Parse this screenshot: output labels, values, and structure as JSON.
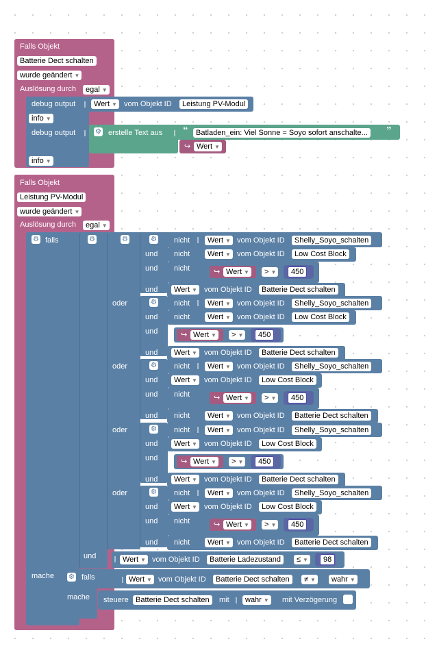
{
  "colors": {
    "trigger": "#b5628b",
    "logic": "#5b80a5",
    "text": "#5ba58c",
    "value": "#a55b80",
    "math": "#5b67a5"
  },
  "icons": {
    "gear": "gear-icon",
    "quote_open": "quote-open-icon",
    "quote_close": "quote-close-icon",
    "return": "return-icon"
  },
  "block1": {
    "title": "Falls Objekt",
    "object": "Batterie Dect schalten",
    "event": "wurde geändert",
    "trigger_label": "Auslösung durch",
    "trigger_value": "egal",
    "debug1": {
      "label": "debug output",
      "wert": "Wert",
      "vom": "vom Objekt ID",
      "object": "Leistung PV-Modul",
      "level": "info"
    },
    "debug2": {
      "label": "debug output",
      "join_label": "erstelle Text aus",
      "text": "Batladen_ein: Viel Sonne = Soyo sofort anschalte...",
      "wert": "Wert",
      "level": "info"
    }
  },
  "block2": {
    "title": "Falls Objekt",
    "object": "Leistung PV-Modul",
    "event": "wurde geändert",
    "trigger_label": "Auslösung durch",
    "trigger_value": "egal",
    "falls_label": "falls",
    "mache_label": "mache",
    "und": "und",
    "oder": "oder",
    "nicht": "nicht",
    "wert": "Wert",
    "vom": "vom Objekt ID",
    "gt": ">",
    "v450": "450",
    "groups": [
      {
        "o1": "Shelly_Soyo_schalten",
        "o2": "Low Cost Block",
        "n2": true,
        "o4": "Batterie Dect schalten",
        "n4": false
      },
      {
        "o1": "Shelly_Soyo_schalten",
        "o2": "Low Cost Block",
        "n2": true,
        "o4": "Batterie Dect schalten",
        "n4": false
      },
      {
        "o1": "Shelly_Soyo_schalten",
        "o2": "Low Cost Block",
        "n2": false,
        "o4": "Batterie Dect schalten",
        "n4": true
      },
      {
        "o1": "Shelly_Soyo_schalten",
        "o2": "Low Cost Block",
        "n2": false,
        "o4": "Batterie Dect schalten",
        "n4": false
      },
      {
        "o1": "Shelly_Soyo_schalten",
        "o2": "Low Cost Block",
        "n2": false,
        "o4": "Batterie Dect schalten",
        "n4": true
      }
    ],
    "lade": {
      "wert": "Wert",
      "vom": "vom Objekt ID",
      "object": "Batterie Ladezustand",
      "op": "≤",
      "value": "98"
    },
    "inner": {
      "falls": "falls",
      "mache": "mache",
      "wert": "Wert",
      "vom": "vom Objekt ID",
      "object": "Batterie Dect schalten",
      "op": "≠",
      "value": "wahr",
      "steuere": "steuere",
      "steuere_object": "Batterie Dect schalten",
      "mit": "mit",
      "mit_value": "wahr",
      "delay": "mit Verzögerung"
    }
  }
}
